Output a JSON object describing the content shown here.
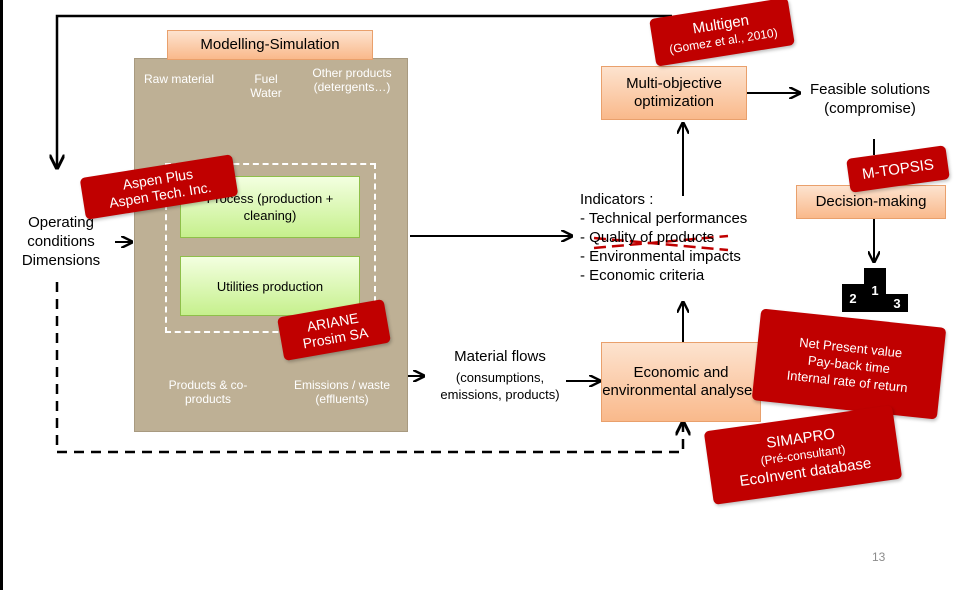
{
  "modelling": {
    "title": "Modelling-Simulation",
    "inputs": [
      "Raw material",
      "Fuel Water",
      "Other products (detergents…)"
    ],
    "process": "Process (production + cleaning)",
    "utilities": "Utilities production",
    "outputs": [
      "Products & co-products",
      "Emissions / waste (effluents)"
    ]
  },
  "operating": "Operating conditions Dimensions",
  "tools": {
    "aspen": [
      "Aspen Plus",
      "Aspen Tech. Inc."
    ],
    "ariane": [
      "ARIANE",
      "Prosim SA"
    ],
    "multigen": [
      "Multigen",
      "(Gomez et al., 2010)"
    ],
    "mtopsis": "M-TOPSIS",
    "simapro": [
      "SIMAPRO",
      "(Pré-consultant)",
      "EcoInvent database"
    ],
    "finance": [
      "Net Present value",
      "Pay-back time",
      "Internal rate of return"
    ]
  },
  "optimization": "Multi-objective optimization",
  "feasible": "Feasible solutions (compromise)",
  "decision": "Decision-making",
  "indicators": {
    "title": "Indicators :",
    "items": [
      "- Technical performances",
      "- Quality of products",
      "- Environmental impacts",
      "- Economic criteria"
    ]
  },
  "material_flows": "Material flows",
  "material_flows_detail": "(consumptions, emissions, products)",
  "econ_env": "Economic and environmental analyses",
  "podium": [
    "1",
    "2",
    "3"
  ],
  "page_number": "13",
  "colors": {
    "badge_red": "#c00000",
    "panel": "#beb095",
    "orange": "#f9b98b",
    "green": "#c6f08d"
  }
}
